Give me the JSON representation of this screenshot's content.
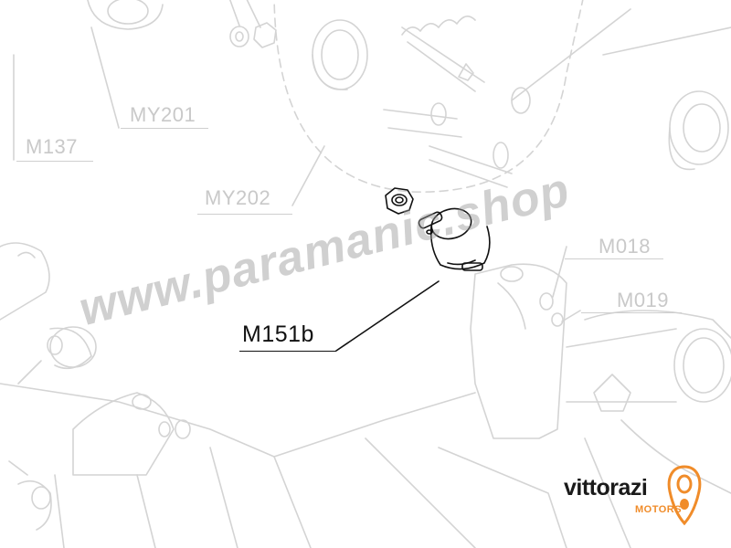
{
  "diagram": {
    "part_labels": {
      "my201": "MY201",
      "m137": "M137",
      "my202": "MY202",
      "m018": "M018",
      "m019": "M019",
      "highlighted": "M151b"
    },
    "watermark": "www.paramanic.shop",
    "brand": {
      "name": "vittorazi",
      "subtitle": "MOTORS",
      "accent_color": "#f08c2a",
      "logo_icon": "vittorazi-logo-icon"
    },
    "colors": {
      "ghost_line": "#cfcfcf",
      "focus_line": "#111111"
    }
  }
}
